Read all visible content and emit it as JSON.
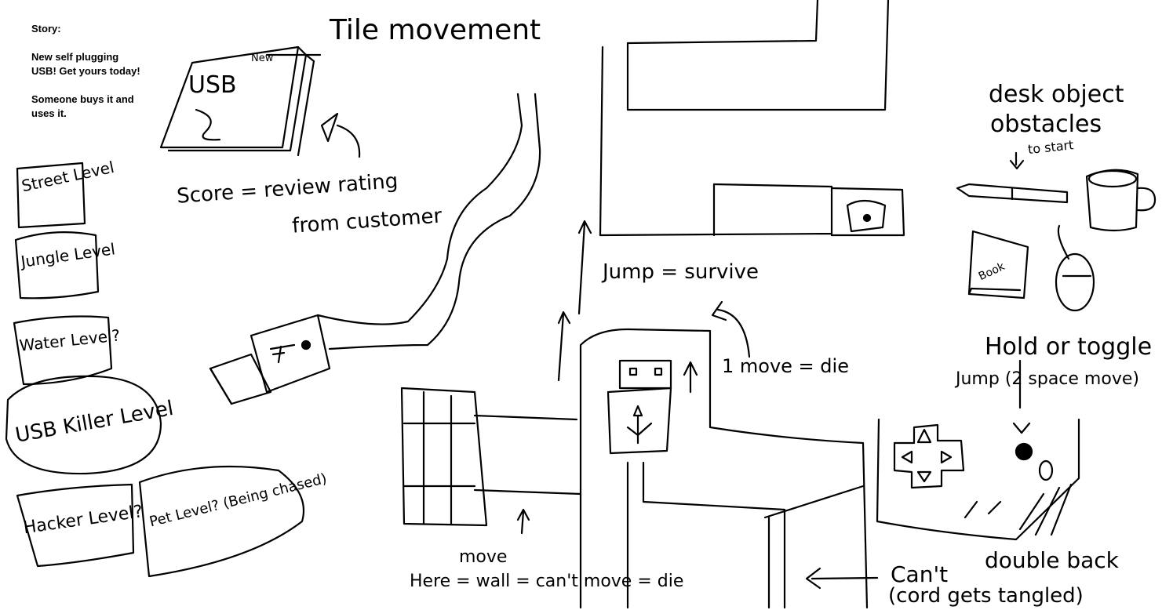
{
  "story": {
    "heading": "Story:",
    "line1": "New self plugging USB! Get yours today!",
    "line2": "Someone buys it and uses it."
  },
  "levels": [
    "Street Level",
    "Jungle Level",
    "Water Level?",
    "USB Killer Level",
    "Hacker Level?",
    "Pet Level? (Being chased)"
  ],
  "notes": {
    "tile_movement": "Tile movement",
    "box_label_usb": "USB",
    "box_label_new": "New",
    "score": "Score = review rating",
    "score_line2": "from customer",
    "jump_survive": "Jump = survive",
    "move_die": "1 move = die",
    "move_here": "move",
    "here_wall": "Here = wall = can't move = die",
    "desk_objects": "desk object",
    "obstacles": "obstacles",
    "to_start": "to start",
    "book": "Book",
    "hold_toggle": "Hold or toggle",
    "jump_two": "Jump (2 space move)",
    "cant": "Can't",
    "double_back": "double back",
    "cord_tangled": "(cord gets tangled)"
  },
  "colors": {
    "ink": "#000000",
    "paper": "#ffffff"
  },
  "icons": [
    "usb-symbol-icon",
    "coffee-mug-icon",
    "computer-mouse-icon",
    "pen-icon",
    "book-icon",
    "gamepad-icon",
    "usb-port-icon"
  ]
}
